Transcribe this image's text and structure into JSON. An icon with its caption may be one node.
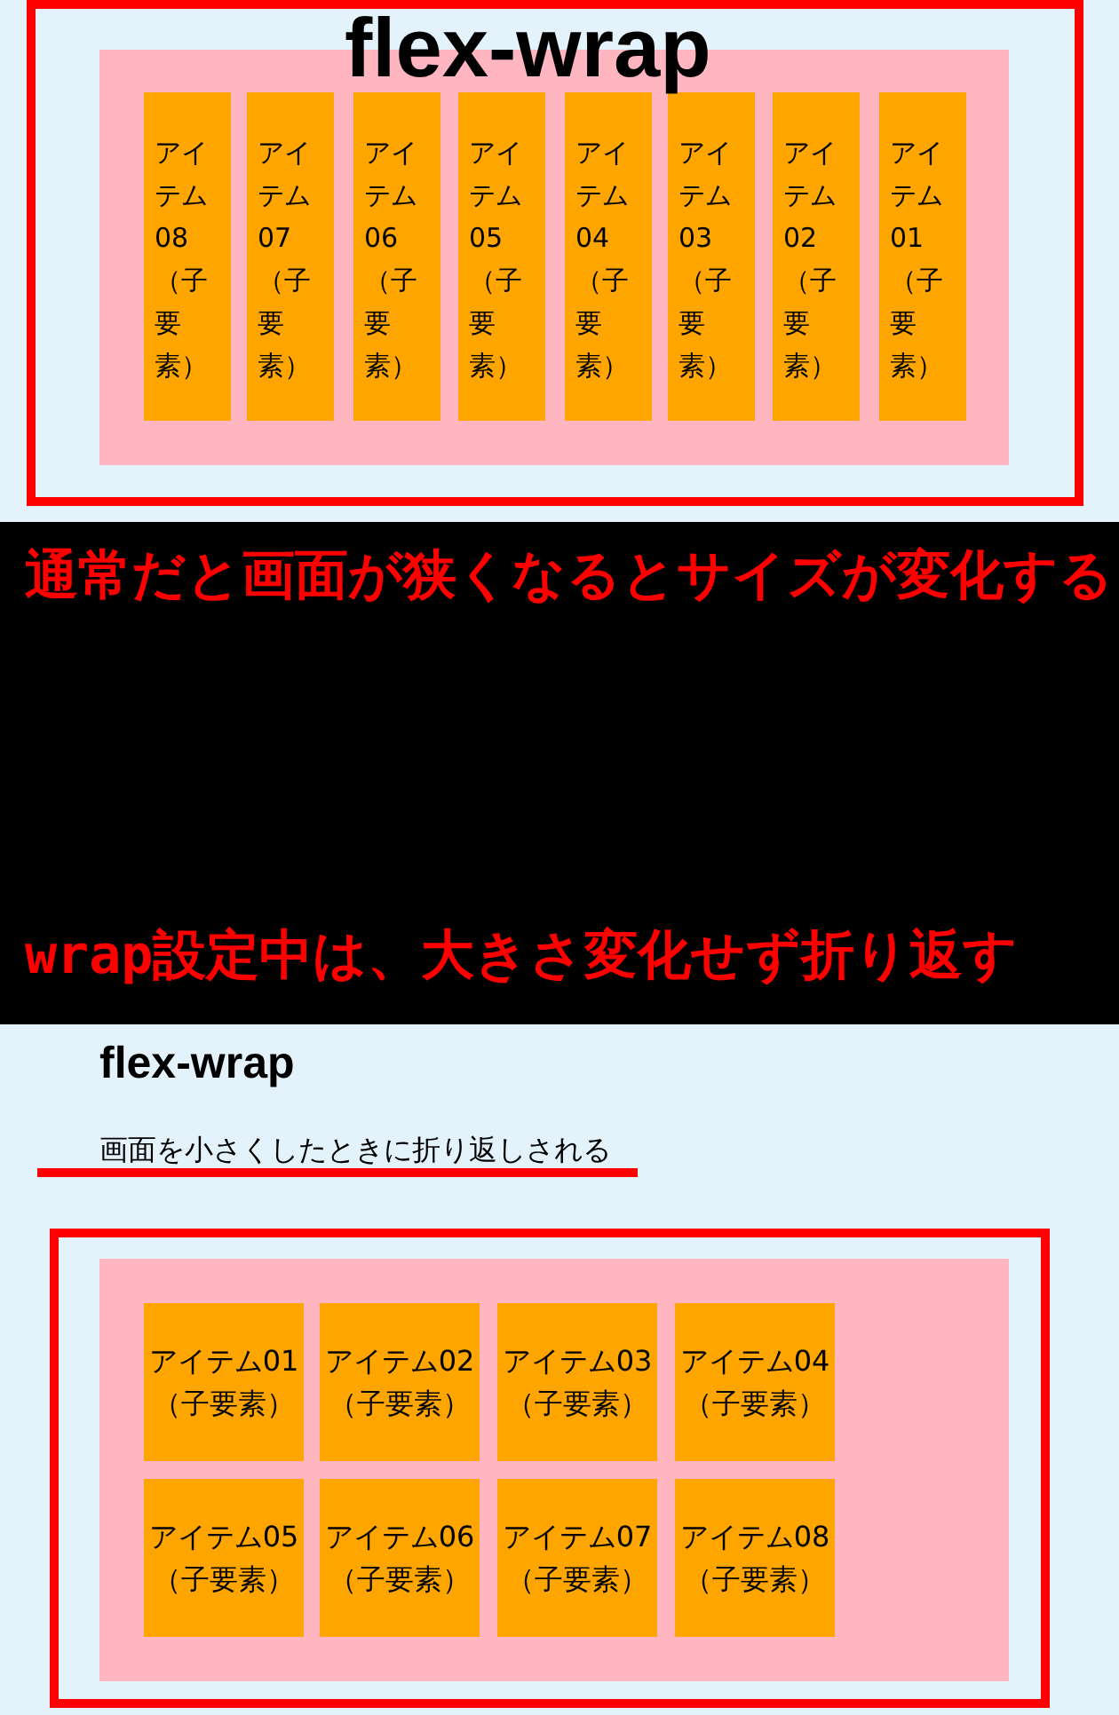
{
  "diagram": {
    "title": "flex-wrap",
    "nodes": [
      {
        "text": [],
        "shape": "box"
      },
      {
        "text": [],
        "shape": "box",
        "in": 0
      },
      {
        "text": [
          "アイテム08（子要素）"
        ],
        "in": 1
      },
      {
        "text": [
          "アイテム07（子要素）"
        ],
        "in": 1
      },
      {
        "text": [
          "アイテム06（子要素）"
        ],
        "in": 1
      },
      {
        "text": [
          "アイテム05（子要素）"
        ],
        "in": 1
      },
      {
        "text": [
          "アイテム04（子要素）"
        ],
        "in": 1
      },
      {
        "text": [
          "アイテム03（子要素）"
        ],
        "in": 1
      },
      {
        "text": [
          "アイテム02（子要素）"
        ],
        "in": 1
      },
      {
        "text": [
          "アイテム01（子要素）"
        ],
        "in": 1
      },
      {
        "text": [
          "通常だと画面が狭くなるとサイズが変化する",
          "wrap設定中は、大きさ変化せず折り返す"
        ]
      },
      {
        "text": [],
        "shape": "box"
      },
      {
        "text": [],
        "shape": "box",
        "in": 11
      },
      {
        "text": [
          "アイテム01（子要素）"
        ],
        "in": 12
      },
      {
        "text": [
          "アイテム02（子要素）"
        ],
        "in": 12
      },
      {
        "text": [
          "アイテム03（子要素）"
        ],
        "in": 12
      },
      {
        "text": [
          "アイテム04（子要素）"
        ],
        "in": 12
      },
      {
        "text": [
          "アイテム05（子要素）"
        ],
        "in": 12
      },
      {
        "text": [
          "アイテム06（子要素）"
        ],
        "in": 12
      },
      {
        "text": [
          "アイテム07（子要素）"
        ],
        "in": 12
      },
      {
        "text": [
          "アイテム08（子要素）"
        ],
        "in": 12
      }
    ],
    "labels": [
      "flex-wrap",
      "画面を小さくしたときに折り返しされる"
    ]
  }
}
